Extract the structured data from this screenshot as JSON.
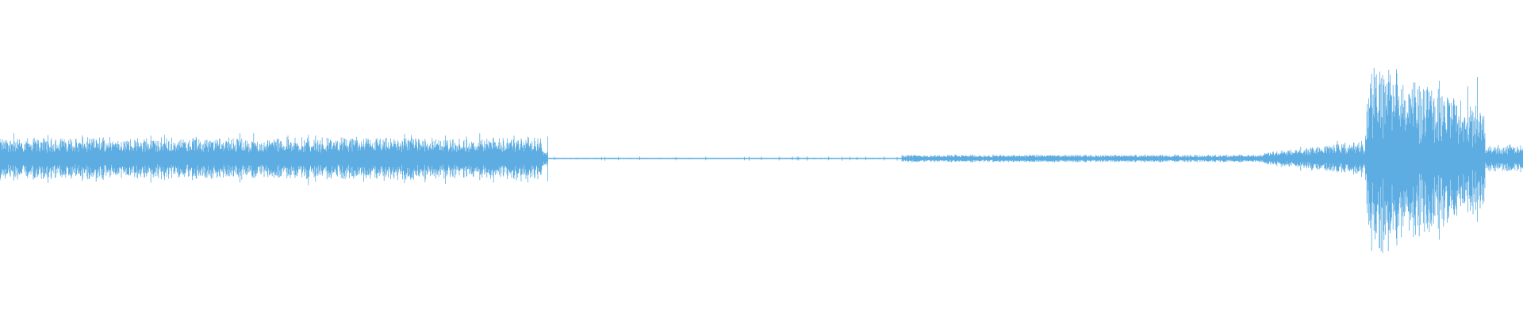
{
  "waveform": {
    "color": "#5dade2",
    "background": "#ffffff",
    "segments": [
      {
        "name": "dense-rhythmic-pulses",
        "start": 0.0,
        "end": 0.355,
        "amplitude": 0.12,
        "pulse_interval": 0.0045,
        "pulse_amplitude": 0.14
      },
      {
        "name": "sparse-rhythmic-pulses",
        "start": 0.355,
        "end": 0.36,
        "amplitude": 0.05,
        "pulse_interval": 0.0045,
        "pulse_amplitude": 0.13
      },
      {
        "name": "near-silence",
        "start": 0.36,
        "end": 0.592,
        "amplitude": 0.004,
        "pulse_interval": 0.0,
        "pulse_amplitude": 0.0
      },
      {
        "name": "low-steady-noise",
        "start": 0.592,
        "end": 0.83,
        "amplitude": 0.022,
        "pulse_interval": 0.0,
        "pulse_amplitude": 0.0
      },
      {
        "name": "rising-noise",
        "start": 0.83,
        "end": 0.895,
        "amplitude": 0.07,
        "pulse_interval": 0.004,
        "pulse_amplitude": 0.08
      },
      {
        "name": "loud-burst",
        "start": 0.895,
        "end": 0.975,
        "amplitude": 0.55,
        "pulse_interval": 0.0,
        "pulse_amplitude": 0.0
      },
      {
        "name": "decaying-tail",
        "start": 0.975,
        "end": 1.0,
        "amplitude": 0.08,
        "pulse_interval": 0.0,
        "pulse_amplitude": 0.0
      }
    ]
  }
}
